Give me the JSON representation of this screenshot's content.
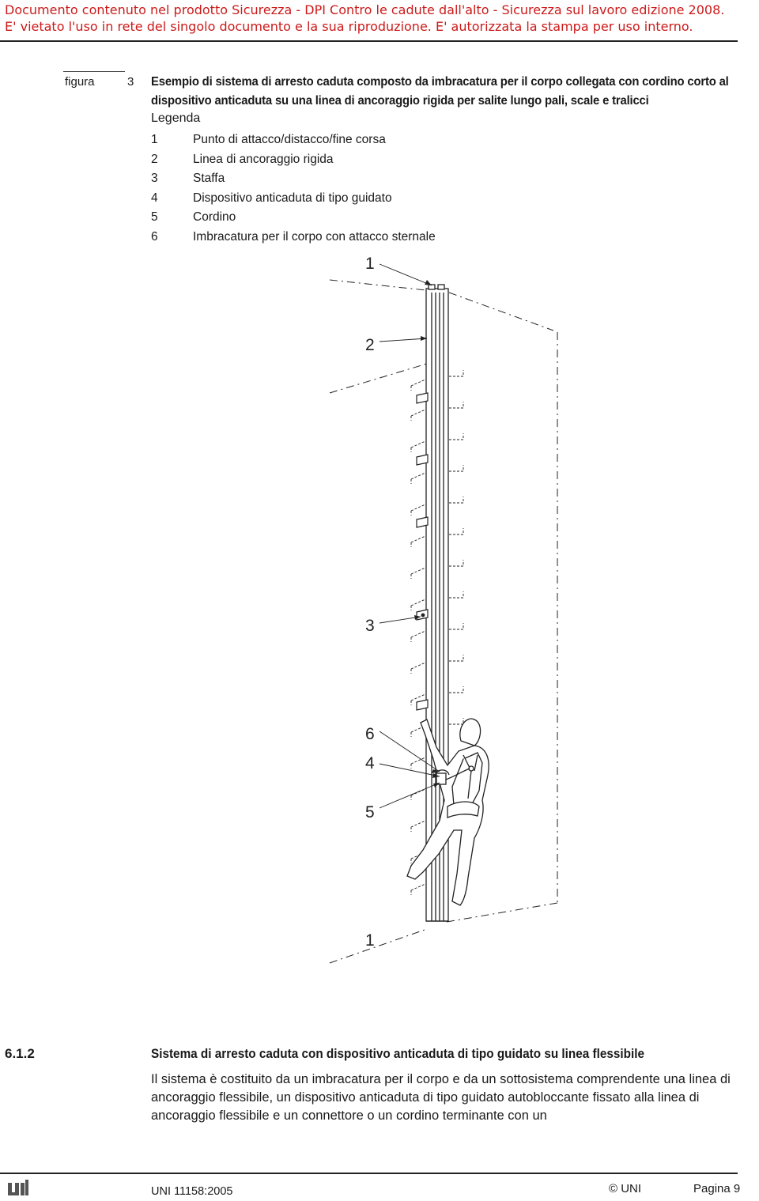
{
  "watermark": {
    "line1": "Documento contenuto nel prodotto Sicurezza - DPI Contro le cadute dall'alto - Sicurezza sul lavoro edizione 2008.",
    "line2": "E' vietato l'uso in rete del singolo documento e la sua riproduzione. E' autorizzata la stampa per uso interno.",
    "color": "#cc1a1a"
  },
  "figure": {
    "label": "figura",
    "number": "3",
    "title": "Esempio di sistema di arresto caduta composto da imbracatura per il corpo collegata con cordino corto al dispositivo anticaduta su una linea di ancoraggio rigida per salite lungo pali, scale e tralicci",
    "legend_title": "Legenda",
    "legend": [
      {
        "num": "1",
        "text": "Punto di attacco/distacco/fine corsa"
      },
      {
        "num": "2",
        "text": "Linea di ancoraggio rigida"
      },
      {
        "num": "3",
        "text": "Staffa"
      },
      {
        "num": "4",
        "text": "Dispositivo anticaduta di tipo guidato"
      },
      {
        "num": "5",
        "text": "Cordino"
      },
      {
        "num": "6",
        "text": "Imbracatura per il corpo con attacco sternale"
      }
    ],
    "callouts": {
      "c1_top": "1",
      "c2": "2",
      "c3": "3",
      "c6": "6",
      "c4": "4",
      "c5": "5",
      "c1_bottom": "1"
    }
  },
  "section": {
    "number": "6.1.2",
    "title": "Sistema di arresto caduta con dispositivo anticaduta di tipo guidato su linea flessibile",
    "body": "Il sistema è costituito da un imbracatura per il corpo e da un sottosistema comprendente una linea di ancoraggio flessibile, un dispositivo anticaduta di tipo guidato autobloccante fissato alla linea di ancoraggio flessibile e un connettore o un cordino terminante con un"
  },
  "footer": {
    "logo_text": "UNI",
    "standard": "UNI 11158:2005",
    "copyright": "© UNI",
    "page": "Pagina 9"
  }
}
